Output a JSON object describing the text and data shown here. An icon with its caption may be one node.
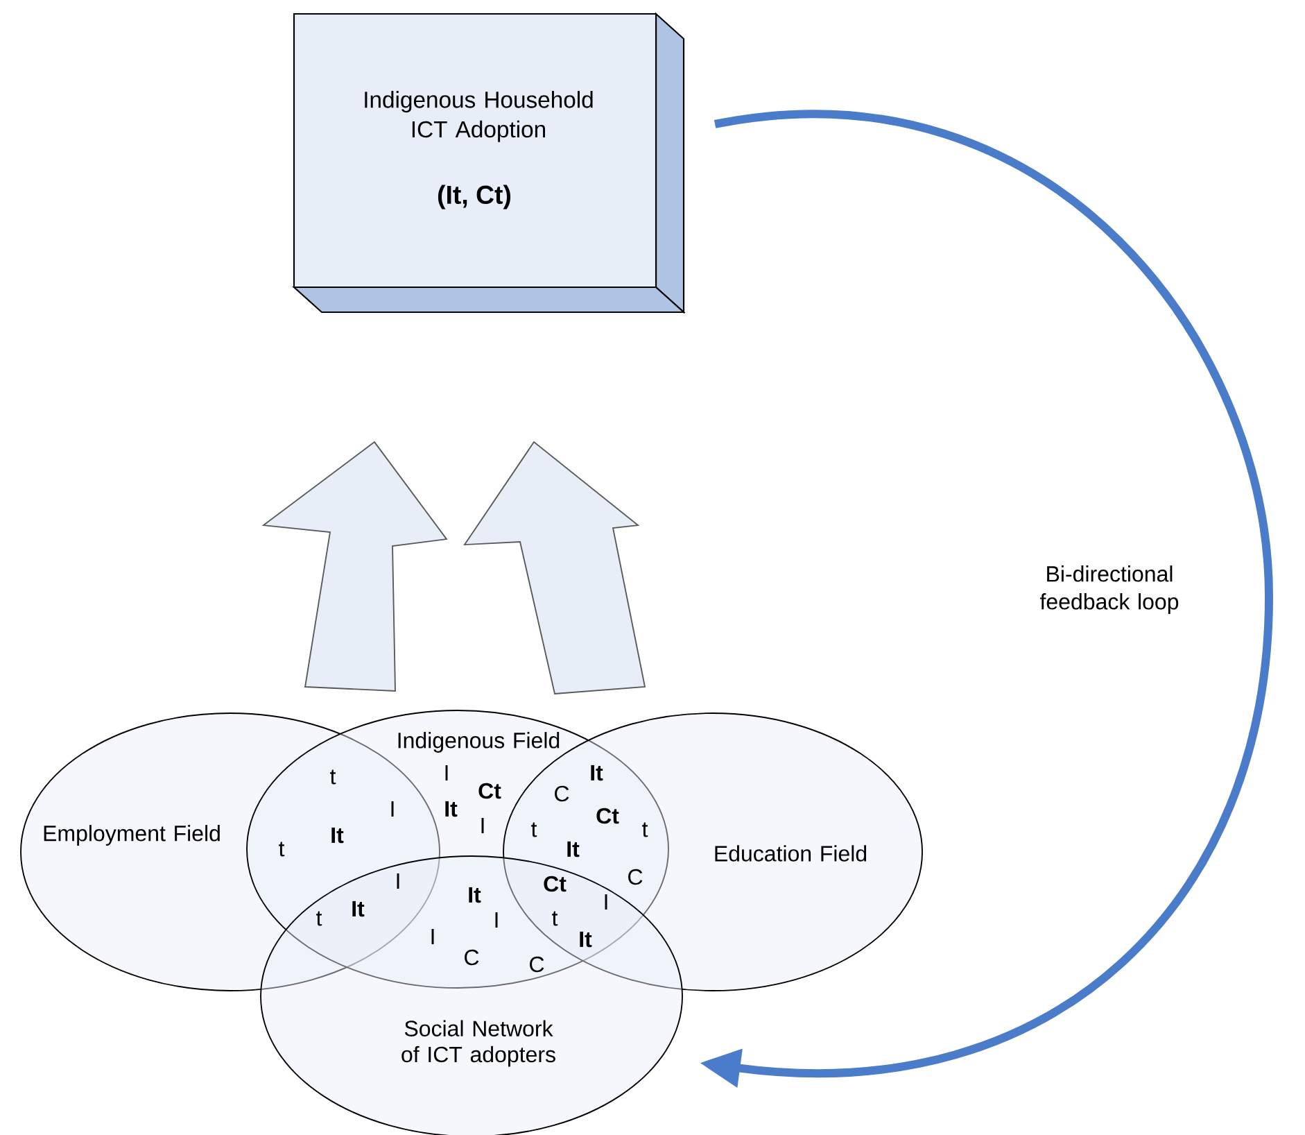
{
  "diagram": {
    "nodes": [
      {
        "text": [
          "Indigenous Household ICT Adoption",
          "(It, Ct)"
        ]
      },
      {
        "text": [
          "Employment Field"
        ]
      },
      {
        "text": [
          "Indigenous Field"
        ]
      },
      {
        "text": [
          "Education Field"
        ]
      },
      {
        "text": [
          "Social Network of ICT adopters"
        ]
      }
    ],
    "edges": [
      {
        "from": 2,
        "to": 0,
        "arrow": "to"
      },
      {
        "from": 2,
        "to": 0,
        "arrow": "to"
      },
      {
        "from": 0,
        "to": 4,
        "arrow": "to",
        "label": "Bi-directional feedback loop",
        "color": "#4a7cc9"
      }
    ],
    "labels": [
      "t",
      "I",
      "Ct",
      "It",
      "C",
      "I",
      "It",
      "Ct",
      "t",
      "I",
      "t",
      "It",
      "t",
      "It",
      "C",
      "I",
      "It",
      "Ct",
      "t",
      "It",
      "I",
      "I",
      "t",
      "I",
      "It",
      "C",
      "C"
    ]
  }
}
